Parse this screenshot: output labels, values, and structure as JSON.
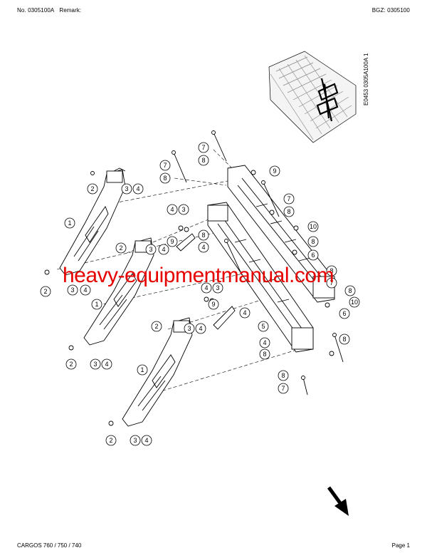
{
  "header": {
    "doc_no": "No. 0305100A",
    "remark_label": "Remark:",
    "bgz": "BGZ: 0305100"
  },
  "figure_code": "E0453 0305A100A 1",
  "watermark": "heavy-equipmentmanual.com",
  "footer": {
    "model": "CARGOS 760 / 750 / 740",
    "page": "Page 1"
  },
  "callouts": [
    {
      "id": "c1",
      "label": "7"
    },
    {
      "id": "c2",
      "label": "8"
    },
    {
      "id": "c3",
      "label": "7"
    },
    {
      "id": "c4",
      "label": "8"
    },
    {
      "id": "c5",
      "label": "2"
    },
    {
      "id": "c6",
      "label": "3"
    },
    {
      "id": "c7",
      "label": "4"
    },
    {
      "id": "c8",
      "label": "9"
    },
    {
      "id": "c9",
      "label": "7"
    },
    {
      "id": "c10",
      "label": "8"
    },
    {
      "id": "c11",
      "label": "4"
    },
    {
      "id": "c12",
      "label": "3"
    },
    {
      "id": "c13",
      "label": "1"
    },
    {
      "id": "c14",
      "label": "10"
    },
    {
      "id": "c15",
      "label": "8"
    },
    {
      "id": "c16",
      "label": "9"
    },
    {
      "id": "c17",
      "label": "8"
    },
    {
      "id": "c18",
      "label": "4"
    },
    {
      "id": "c19",
      "label": "2"
    },
    {
      "id": "c20",
      "label": "3"
    },
    {
      "id": "c21",
      "label": "4"
    },
    {
      "id": "c22",
      "label": "6"
    },
    {
      "id": "c23",
      "label": "8"
    },
    {
      "id": "c24",
      "label": "7"
    },
    {
      "id": "c25",
      "label": "2"
    },
    {
      "id": "c26",
      "label": "3"
    },
    {
      "id": "c27",
      "label": "4"
    },
    {
      "id": "c28",
      "label": "4"
    },
    {
      "id": "c29",
      "label": "3"
    },
    {
      "id": "c30",
      "label": "8"
    },
    {
      "id": "c31",
      "label": "10"
    },
    {
      "id": "c32",
      "label": "1"
    },
    {
      "id": "c33",
      "label": "9"
    },
    {
      "id": "c34",
      "label": "6"
    },
    {
      "id": "c35",
      "label": "4"
    },
    {
      "id": "c36",
      "label": "5"
    },
    {
      "id": "c37",
      "label": "8"
    },
    {
      "id": "c38",
      "label": "2"
    },
    {
      "id": "c39",
      "label": "3"
    },
    {
      "id": "c40",
      "label": "4"
    },
    {
      "id": "c41",
      "label": "8"
    },
    {
      "id": "c42",
      "label": "1"
    },
    {
      "id": "c43",
      "label": "4"
    },
    {
      "id": "c44",
      "label": "8"
    },
    {
      "id": "c45",
      "label": "7"
    },
    {
      "id": "c46",
      "label": "2"
    },
    {
      "id": "c47",
      "label": "3"
    },
    {
      "id": "c48",
      "label": "4"
    }
  ]
}
